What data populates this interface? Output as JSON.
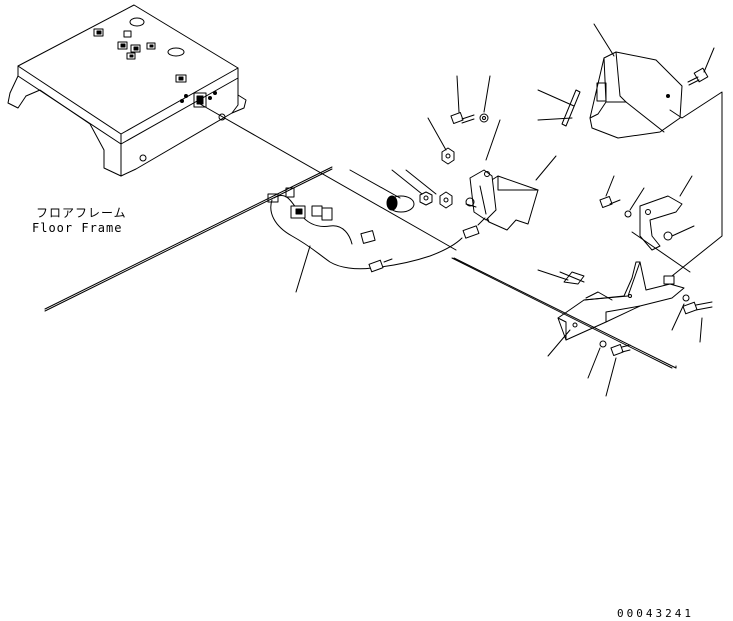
{
  "labels": {
    "floor_frame_jp": "フロアフレーム",
    "floor_frame_en": "Floor Frame",
    "drawing_number": "00043241"
  },
  "colors": {
    "ink": "#000000",
    "paper": "#ffffff"
  }
}
